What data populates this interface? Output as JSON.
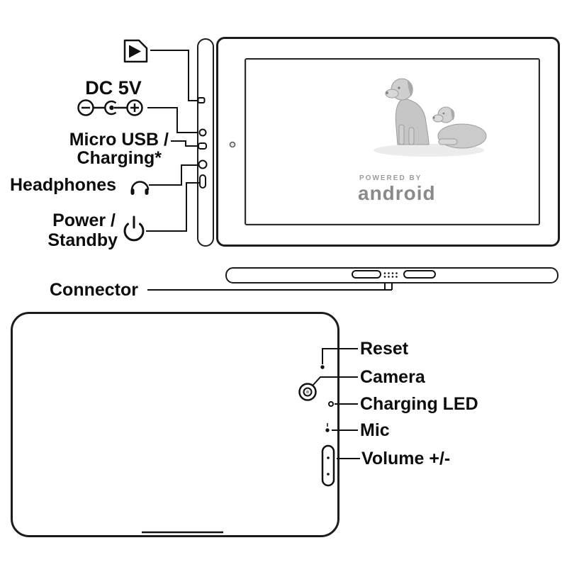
{
  "diagram": {
    "subject": "tablet-parts-diagram"
  },
  "labels": {
    "dc": "DC 5V",
    "micro_usb_line1": "Micro USB /",
    "micro_usb_line2": "Charging*",
    "headphones": "Headphones",
    "power_line1": "Power /",
    "power_line2": "Standby",
    "connector": "Connector",
    "reset": "Reset",
    "camera": "Camera",
    "charging_led": "Charging LED",
    "mic": "Mic",
    "volume": "Volume +/-"
  },
  "screen": {
    "powered_by": "POWERED BY",
    "brand": "android"
  },
  "icons": {
    "sd": "sd-card-icon",
    "dc": "dc-polarity-icon",
    "headphones": "headphones-icon",
    "power": "power-icon"
  },
  "colors": {
    "line": "#111111",
    "brand_gray": "#8a8a8a",
    "background": "#ffffff"
  }
}
